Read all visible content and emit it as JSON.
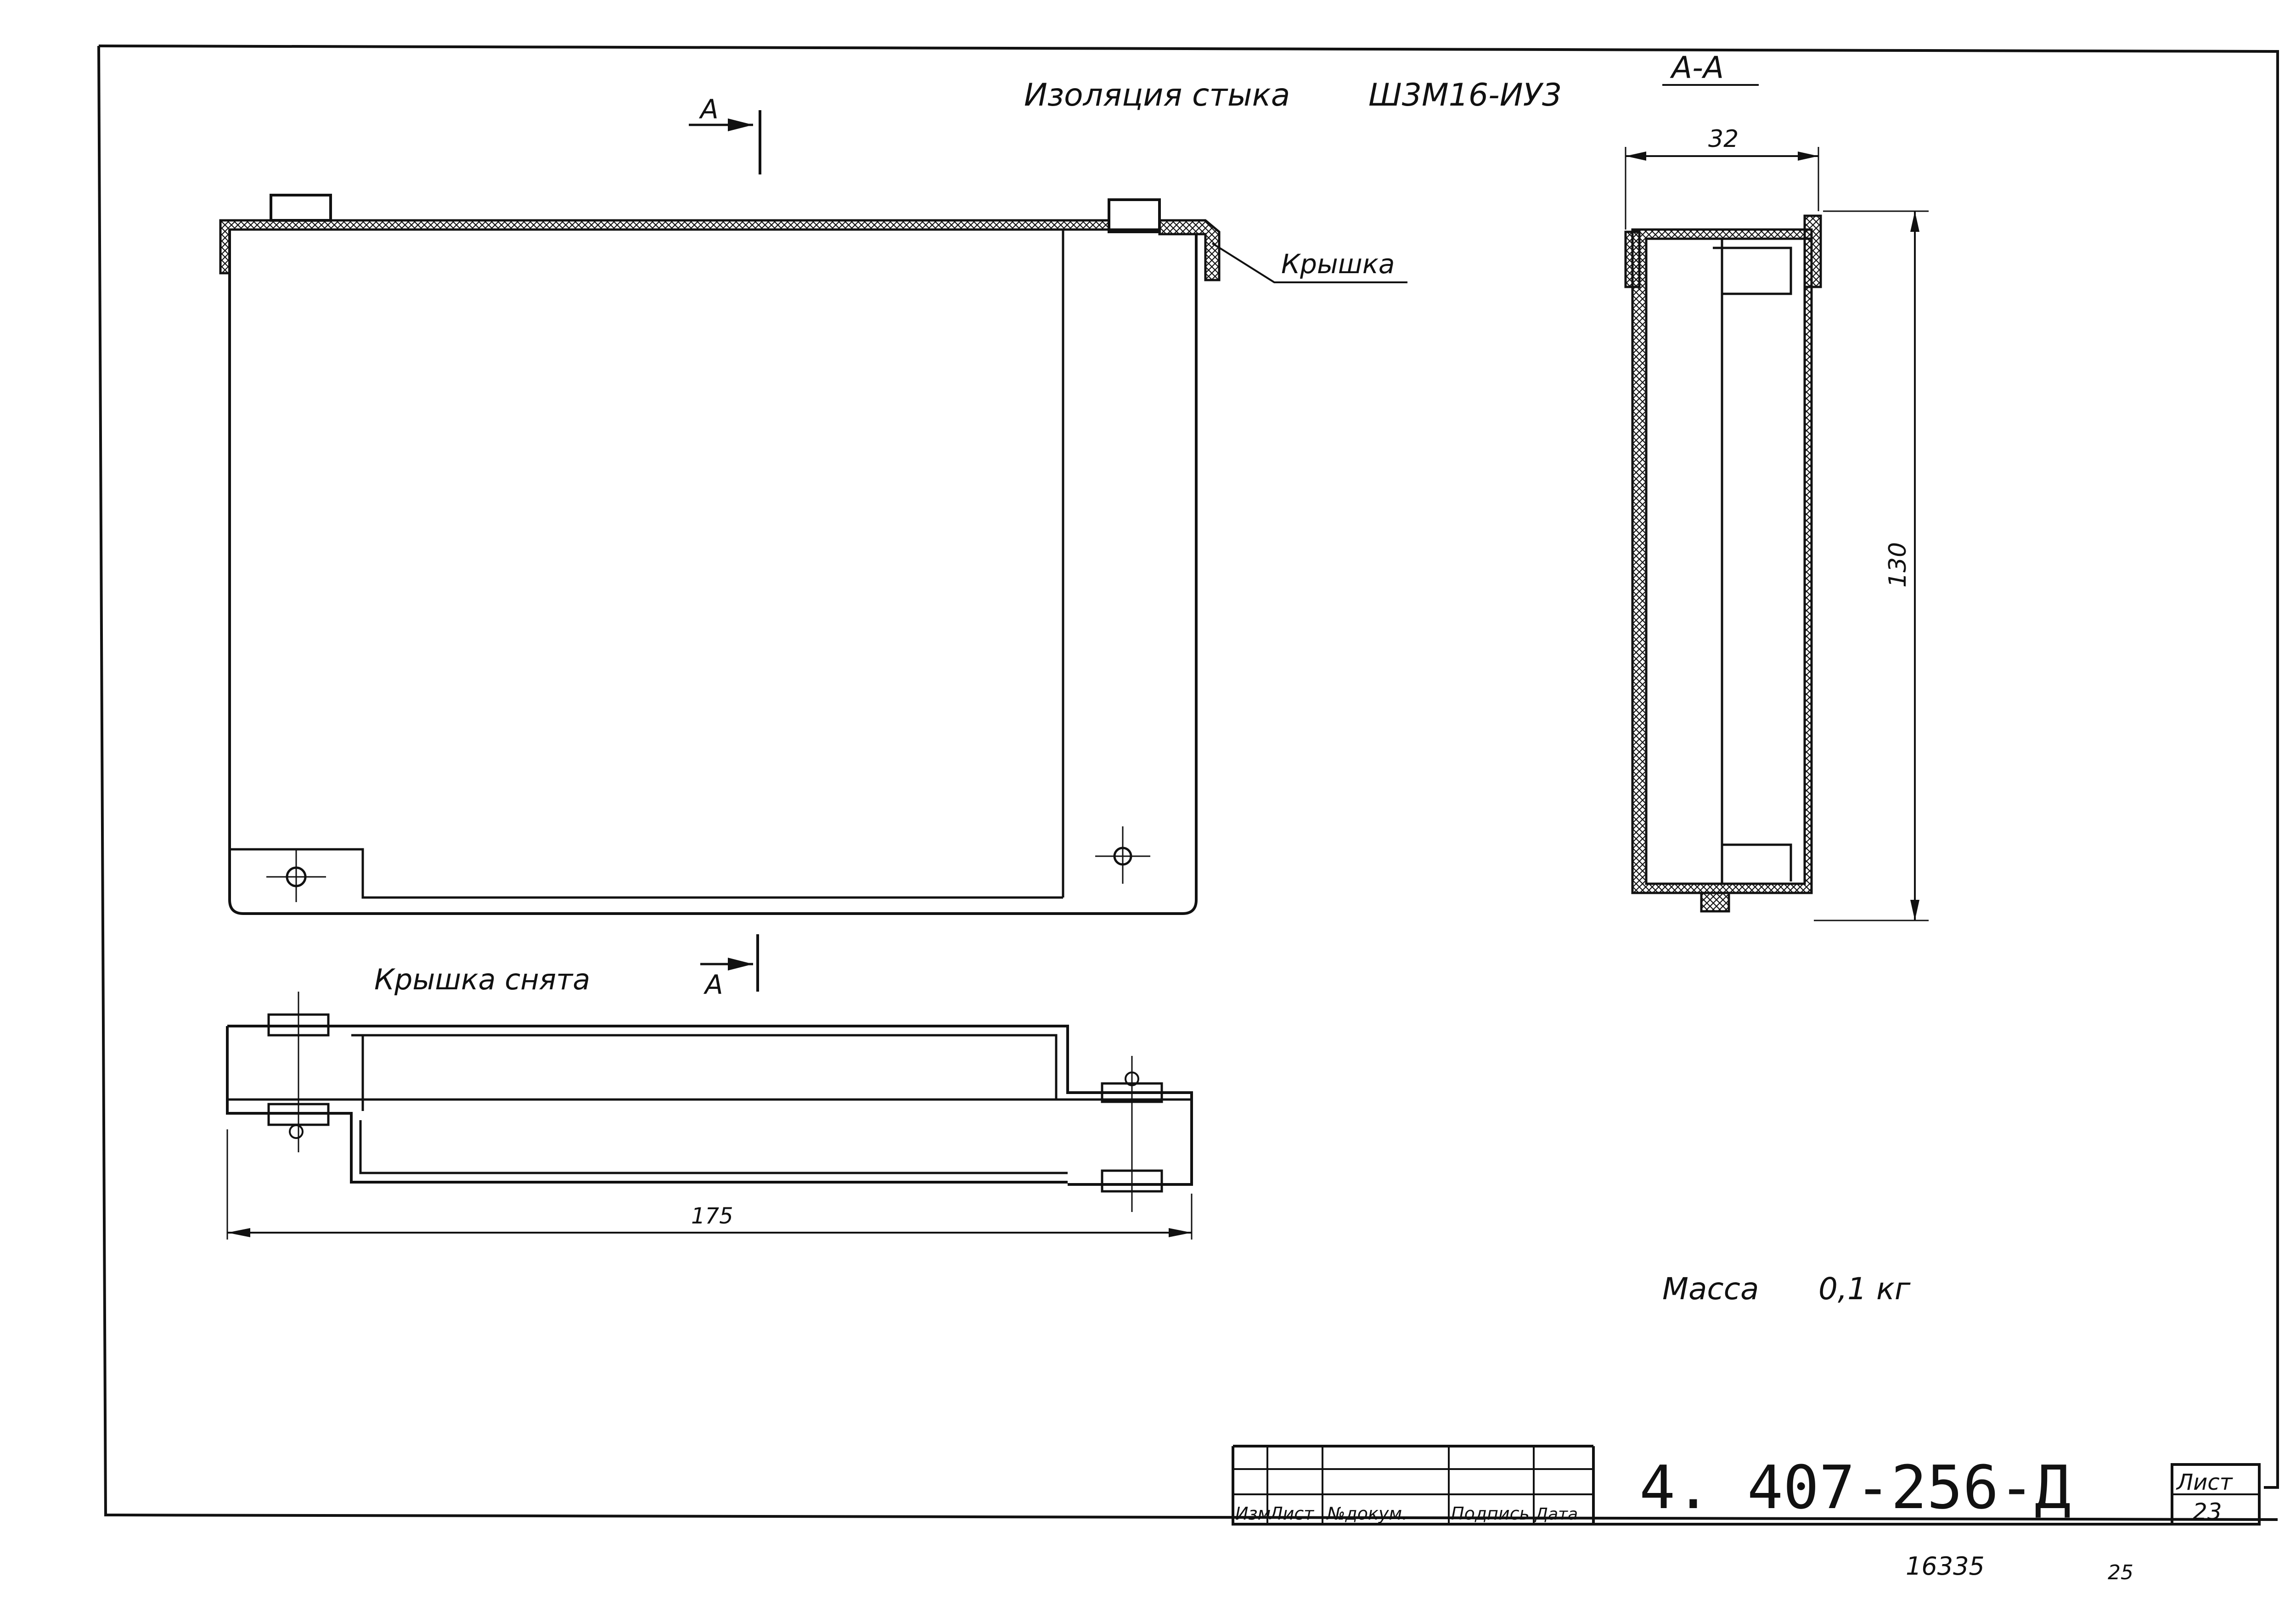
{
  "drawing": {
    "title": "Изоляция стыка",
    "product_code": "Ш3М16-ИУ3",
    "section_mark": "А",
    "section_title": "А-А",
    "cover_label": "Крышка",
    "cover_removed_label": "Крышка снята",
    "dimensions": {
      "width_top": "32",
      "height_side": "130",
      "length_bottom": "175"
    },
    "mass_label": "Масса",
    "mass_value": "0,1 кг"
  },
  "title_block": {
    "headers": [
      "Изм",
      "Лист",
      "№докум.",
      "Подпись",
      "Дата"
    ],
    "designation": "4. 407-256-Д",
    "sheet_label": "Лист",
    "sheet_number": "23",
    "inventory_number": "16335",
    "inventory_suffix": "25"
  }
}
